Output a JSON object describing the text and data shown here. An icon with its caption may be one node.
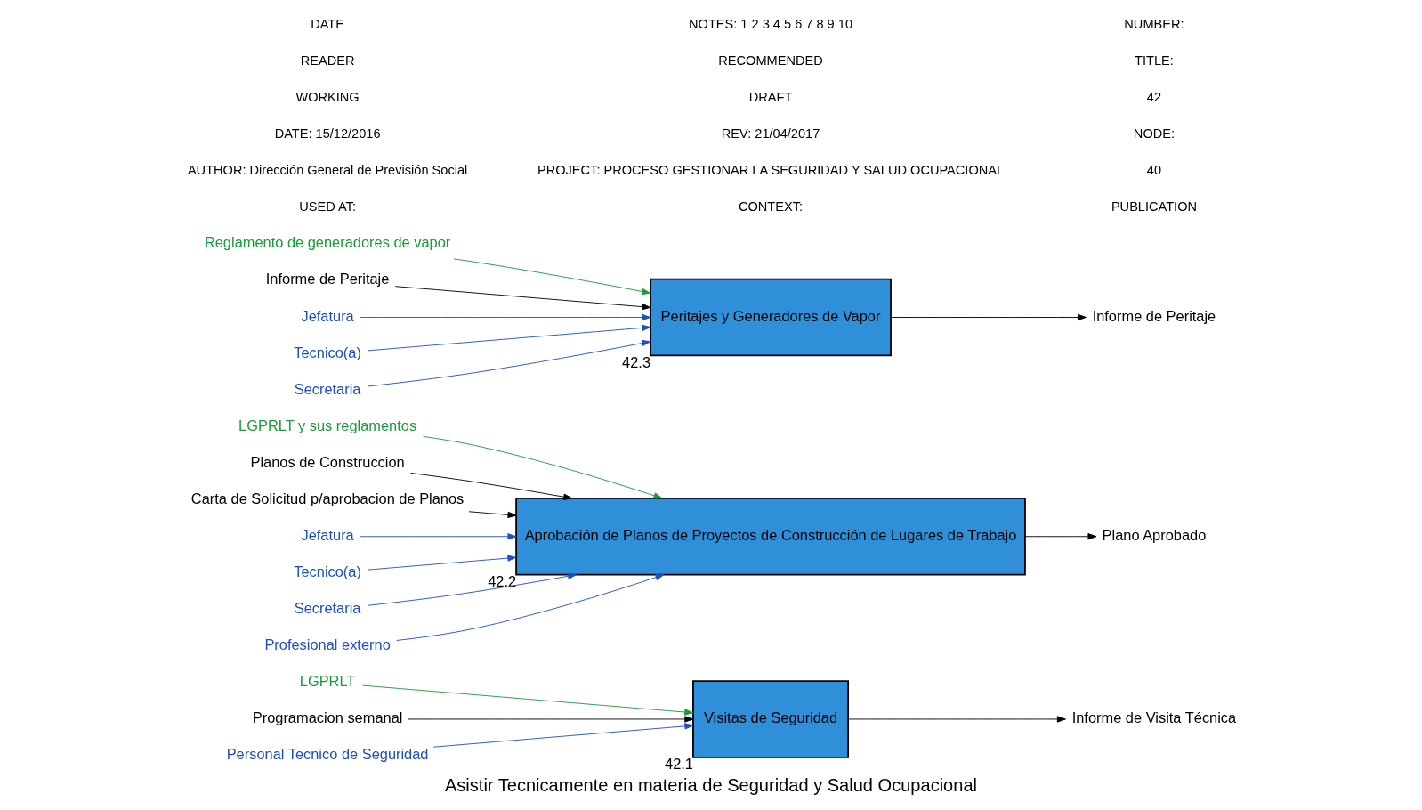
{
  "diagram": {
    "title": "Asistir Tecnicamente en materia de Seguridad y Salud Ocupacional",
    "nodes": [
      {
        "text": [
          "Visitas de Seguridad"
        ],
        "beside": [
          "42.1"
        ]
      },
      {
        "text": [
          "Aprobación de Planos de Proyectos de Construcción de Lugares de Trabajo"
        ],
        "beside": [
          "42.2"
        ]
      },
      {
        "text": [
          "Peritajes y Generadores de Vapor"
        ],
        "beside": [
          "42.3"
        ]
      },
      {
        "text": [
          "LGPRLT"
        ]
      },
      {
        "text": [
          "LGPRLT y sus reglamentos"
        ]
      },
      {
        "text": [
          "Reglamento de generadores de vapor"
        ]
      },
      {
        "text": [
          "Programacion semanal"
        ]
      },
      {
        "text": [
          "Planos de Construccion"
        ]
      },
      {
        "text": [
          "Carta de Solicitud p/aprobacion de Planos"
        ]
      },
      {
        "text": [
          "Informe de Peritaje"
        ]
      },
      {
        "text": [
          "Informe de Visita Técnica"
        ]
      },
      {
        "text": [
          "Plano Aprobado"
        ]
      },
      {
        "text": [
          "Informe de Peritaje"
        ]
      },
      {
        "text": [
          "Personal Tecnico de Seguridad"
        ]
      },
      {
        "text": [
          "Jefatura"
        ]
      },
      {
        "text": [
          "Tecnico(a)"
        ]
      },
      {
        "text": [
          "Secretaria"
        ]
      },
      {
        "text": [
          "Profesional externo"
        ]
      },
      {
        "text": [
          "Jefatura"
        ]
      },
      {
        "text": [
          "Tecnico(a)"
        ]
      },
      {
        "text": [
          "Secretaria"
        ]
      }
    ],
    "edges": [
      {
        "from": 3,
        "to": 0,
        "arrow": "to",
        "color": "#1a9a3a"
      },
      {
        "from": 4,
        "to": 1,
        "arrow": "to",
        "color": "#1a9a3a"
      },
      {
        "from": 5,
        "to": 2,
        "arrow": "to",
        "color": "#1a9a3a"
      },
      {
        "from": 6,
        "to": 0,
        "arrow": "to",
        "color": "#000000"
      },
      {
        "from": 7,
        "to": 1,
        "arrow": "to",
        "color": "#000000"
      },
      {
        "from": 8,
        "to": 1,
        "arrow": "to",
        "color": "#000000"
      },
      {
        "from": 9,
        "to": 2,
        "arrow": "to",
        "color": "#000000"
      },
      {
        "from": 0,
        "to": 10,
        "arrow": "to",
        "color": "#000000"
      },
      {
        "from": 1,
        "to": 11,
        "arrow": "to",
        "color": "#000000"
      },
      {
        "from": 2,
        "to": 12,
        "arrow": "to",
        "color": "#000000"
      },
      {
        "from": 13,
        "to": 0,
        "arrow": "to",
        "color": "#1f4fbf"
      },
      {
        "from": 14,
        "to": 1,
        "arrow": "to",
        "color": "#1f4fbf"
      },
      {
        "from": 15,
        "to": 1,
        "arrow": "to",
        "color": "#1f4fbf"
      },
      {
        "from": 16,
        "to": 1,
        "arrow": "to",
        "color": "#1f4fbf"
      },
      {
        "from": 17,
        "to": 1,
        "arrow": "to",
        "color": "#1f4fbf"
      },
      {
        "from": 18,
        "to": 2,
        "arrow": "to",
        "color": "#1f4fbf"
      },
      {
        "from": 19,
        "to": 2,
        "arrow": "to",
        "color": "#1f4fbf"
      },
      {
        "from": 20,
        "to": 2,
        "arrow": "to",
        "color": "#1f4fbf"
      }
    ],
    "labels": [
      "USED AT:",
      "AUTHOR: Dirección General de Previsión Social",
      "DATE: 15/12/2016",
      "WORKING",
      "READER",
      "DATE",
      "CONTEXT:",
      "PROJECT: PROCESO GESTIONAR LA SEGURIDAD Y SALUD OCUPACIONAL",
      "REV: 21/04/2017",
      "DRAFT",
      "RECOMMENDED",
      "NOTES: 1 2 3 4 5 6 7 8 9 10",
      "PUBLICATION",
      "40",
      "NODE:",
      "42",
      "TITLE:",
      "NUMBER:"
    ]
  }
}
